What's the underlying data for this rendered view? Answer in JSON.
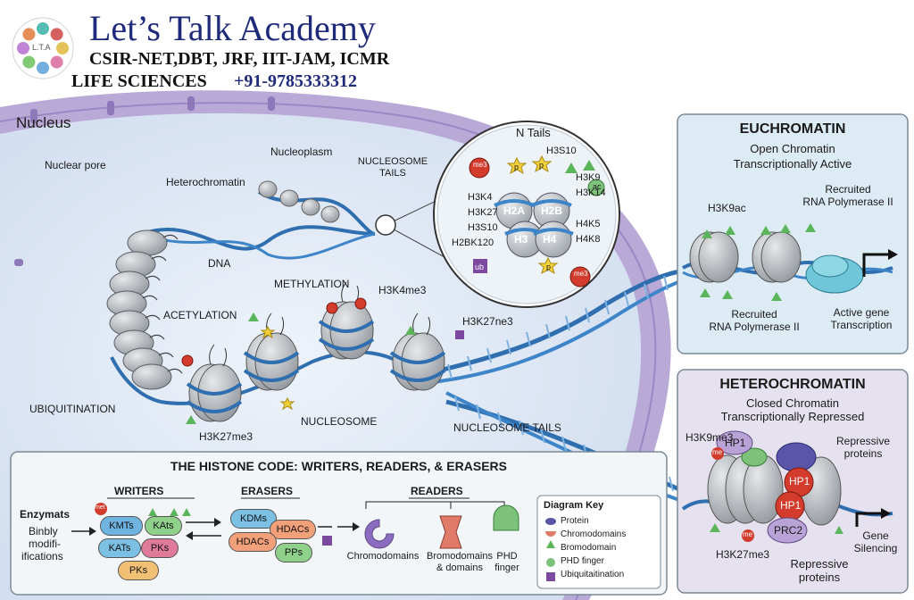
{
  "header": {
    "academy_name": "Let’s Talk Academy",
    "exams": "CSIR-NET,DBT, JRF, IIT-JAM, ICMR",
    "subject": "LIFE SCIENCES",
    "phone": "+91-9785333312",
    "logo_text": "L.T.A"
  },
  "colors": {
    "brand_blue": "#1f2a7a",
    "nucleus_purple": "#b9a9d6",
    "nucleoplasm": "#dfe8f3",
    "dna_blue": "#2f6fb0",
    "histone_gray": "#a9adb2",
    "mark_red": "#d33b2c",
    "mark_green": "#5bb55a",
    "mark_yellow": "#f2d13b",
    "mark_purple": "#7b4aa0",
    "euchromatin_panel": "#dcebf4",
    "heterochromatin_panel": "#e6e1ee"
  },
  "cell": {
    "nucleus": "Nucleus",
    "nuclear_pore": "Nuclear pore",
    "nucleoplasm": "Nucleoplasm",
    "heterochromatin": "Heterochromatin",
    "nucleosome_tails_top": "NUCLEOSOME\nTAILS",
    "dna": "DNA",
    "acetylation": "ACETYLATION",
    "methylation": "METHYLATION",
    "h3k4me3": "H3K4me3",
    "h3k27ne3": "H3K27ne3",
    "ubiquitination": "UBIQUITINATION",
    "h3k27me3": "H3K27me3",
    "nucleosome": "NUCLEOSOME",
    "nucleosome_tails_bottom": "NUCLEOSOME TAILS"
  },
  "n_tails": {
    "title": "N Tails",
    "histones": [
      "H2A",
      "H2B",
      "H3",
      "H4"
    ],
    "left_labels": [
      "H3K4",
      "H3K27",
      "H3S10",
      "H2BK120"
    ],
    "right_labels": [
      "H3K9",
      "H3K14",
      "H4K5",
      "H4K8"
    ],
    "top_label": "H3S10",
    "badges": {
      "me3": "me3",
      "p": "p",
      "ac": "ac",
      "ub": "ub"
    }
  },
  "euchromatin": {
    "title": "EUCHROMATIN",
    "subtitle_line1": "Open Chromatin",
    "subtitle_line2": "Transcriptionally Active",
    "h3k9ac": "H3K9ac",
    "recruited_top_1": "Recruited",
    "recruited_top_2": "RNA Polymerase II",
    "recruited_bottom_1": "Recruited",
    "recruited_bottom_2": "RNA Polymerase II",
    "active_gene_1": "Active gene",
    "active_gene_2": "Transcription"
  },
  "heterochromatin": {
    "title": "HETEROCHROMATIN",
    "subtitle_line1": "Closed Chromatin",
    "subtitle_line2": "Transcriptionally Repressed",
    "h3k9me3": "H3K9me3",
    "hp1": "HP1",
    "prc2": "PRC2",
    "me": "me",
    "repressive_top_1": "Repressive",
    "repressive_top_2": "proteins",
    "repressive_bottom_1": "Repressive",
    "repressive_bottom_2": "proteins",
    "h3k27me3": "H3K27me3",
    "gene_silencing_1": "Gene",
    "gene_silencing_2": "Silencing"
  },
  "histone_code": {
    "title": "THE HISTONE CODE: WRITERS, READERS, & ERASERS",
    "enzymats": "Enzymats",
    "binbly_1": "Binbly",
    "binbly_2": "modifi-",
    "binbly_3": "ifications",
    "writers": "WRITERS",
    "erasers": "ERASERS",
    "readers": "READERS",
    "writer_items": [
      "KMTs",
      "KAts",
      "KATs",
      "PKs",
      "PKs"
    ],
    "eraser_items": [
      "KDMs",
      "HDACs",
      "HDACs",
      "PPs"
    ],
    "reader_items": [
      {
        "line1": "Chromodomains",
        "line2": ""
      },
      {
        "line1": "Bromodomains",
        "line2": "& domains"
      },
      {
        "line1": "PHD",
        "line2": "finger"
      }
    ],
    "met_badge": "met"
  },
  "diagram_key": {
    "title": "Diagram Key",
    "items": [
      "Protein",
      "Chromodomains",
      "Bromodomain",
      "PHD finger",
      "Ubiquitaitination"
    ]
  }
}
